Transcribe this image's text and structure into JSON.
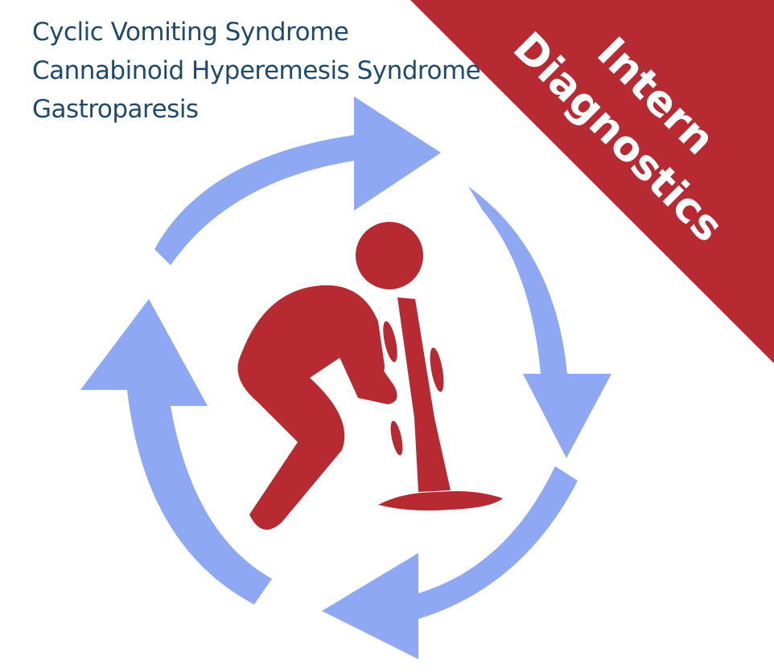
{
  "titles": {
    "line1": "Cyclic Vomiting Syndrome",
    "line2": "Cannabinoid Hyperemesis Syndrome",
    "line3": "Gastroparesis"
  },
  "banner": {
    "line1": "Intern",
    "line2": "Diagnostics"
  },
  "colors": {
    "title_text": "#1f4a6b",
    "banner": "#b82a32",
    "arrows": "#8ea8f4",
    "figure": "#b82a32"
  },
  "icons": [
    "cycle-arrows-icon",
    "vomiting-person-icon"
  ]
}
